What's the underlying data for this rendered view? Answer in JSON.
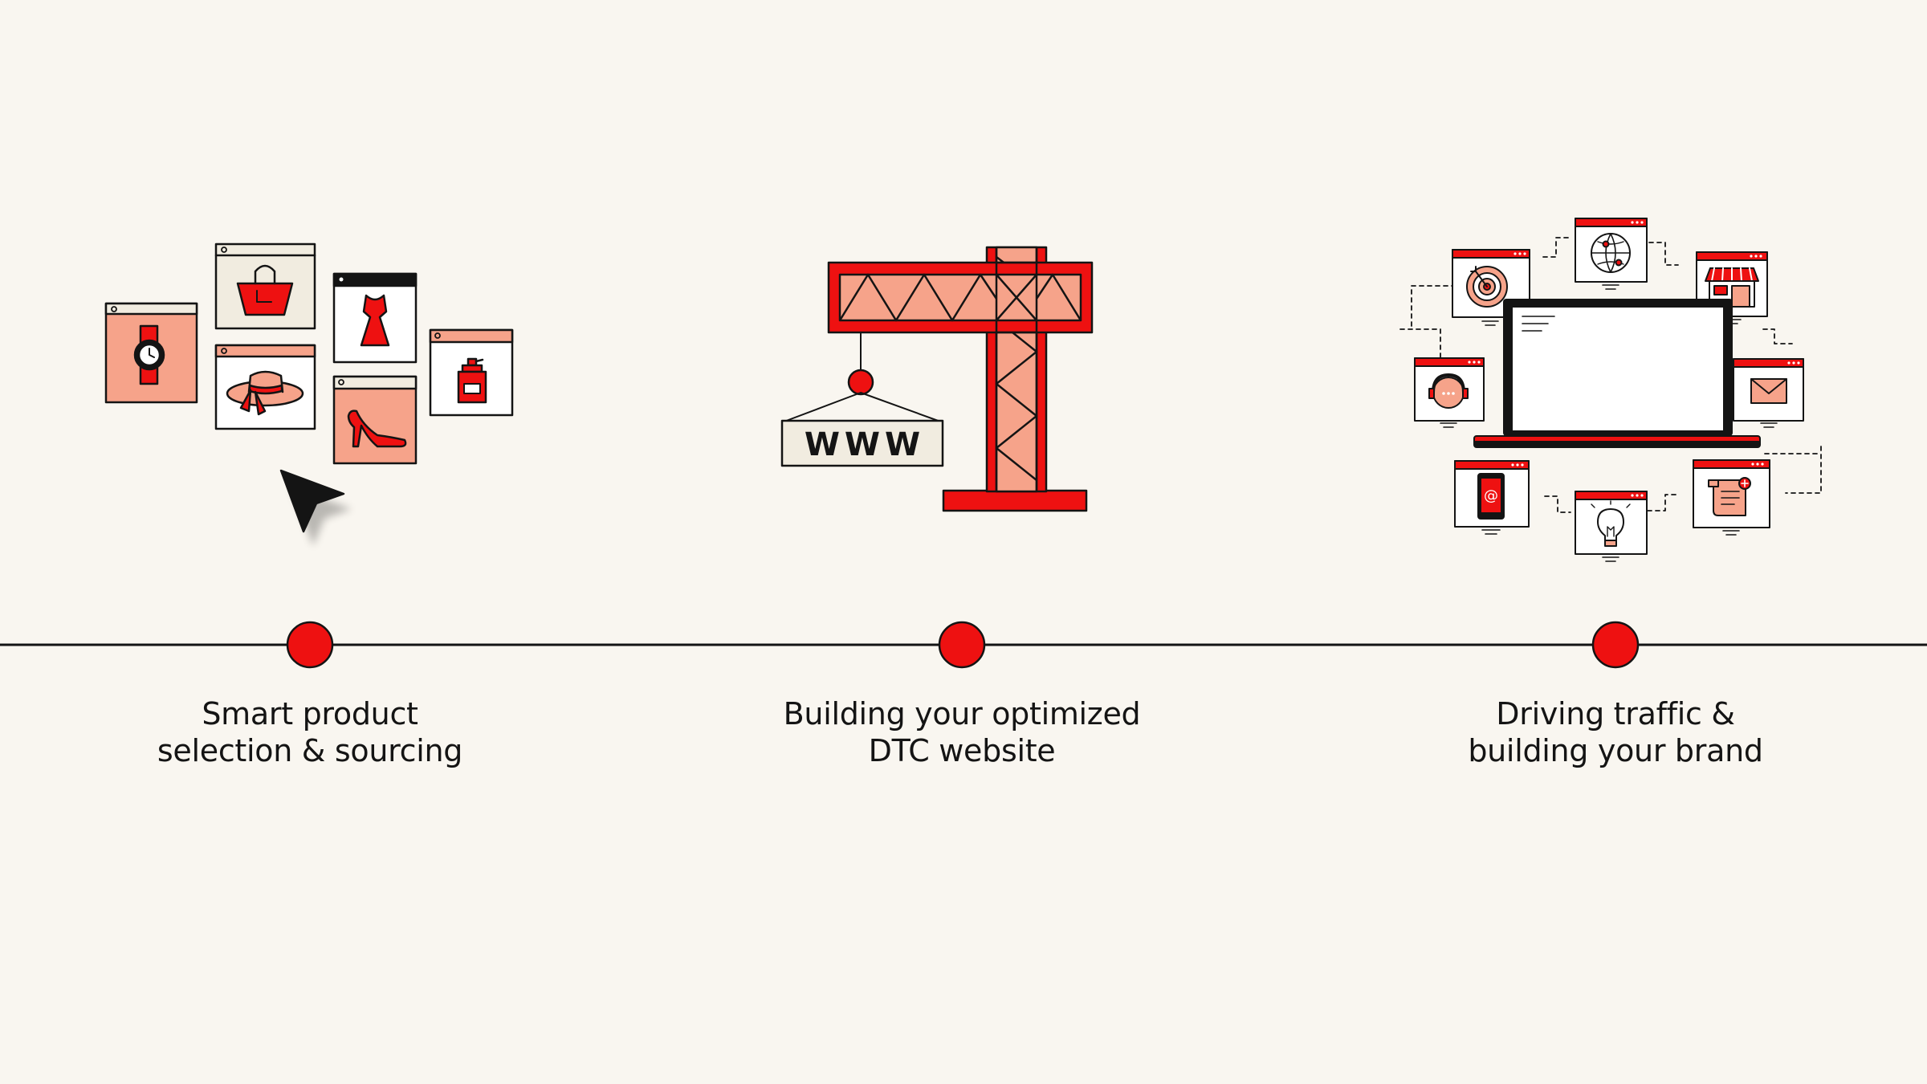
{
  "colors": {
    "background": "#f9f6f0",
    "red": "#ee1111",
    "salmon": "#f6a38a",
    "cream": "#f1ece0",
    "ink": "#141414",
    "white": "#ffffff"
  },
  "crane_sign_text": "WWW",
  "steps": [
    {
      "line1": "Smart product",
      "line2": "selection & sourcing",
      "icon": "product-selection-illustration"
    },
    {
      "line1": "Building your optimized",
      "line2": "DTC website",
      "icon": "crane-website-illustration"
    },
    {
      "line1": "Driving traffic &",
      "line2": "building your brand",
      "icon": "laptop-marketing-illustration"
    }
  ]
}
